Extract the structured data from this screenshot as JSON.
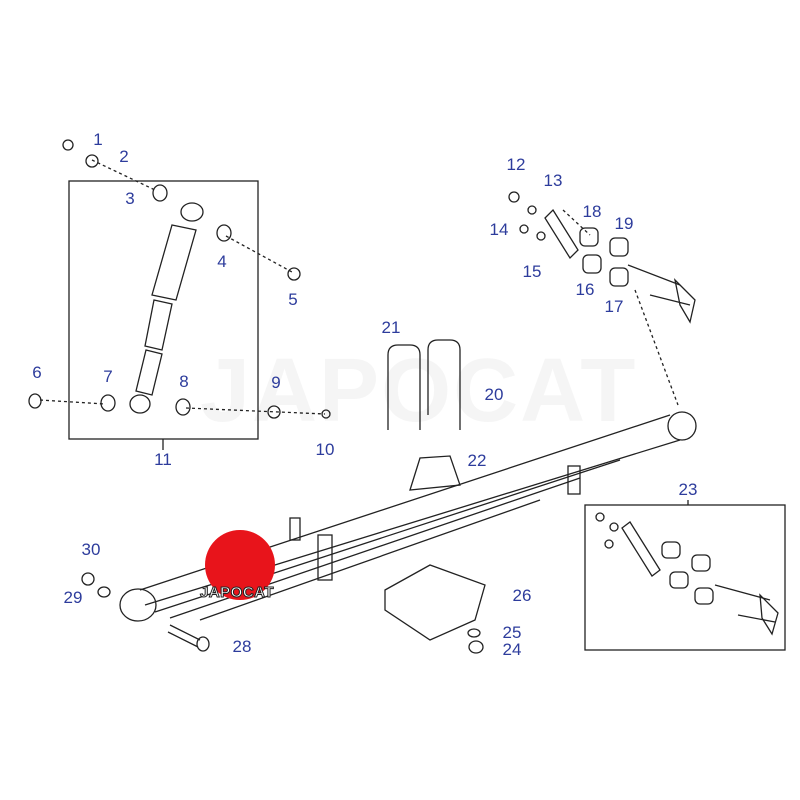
{
  "diagram": {
    "title": "Rear leaf spring and shock absorber parts diagram",
    "watermark": "JAPOCAT",
    "logo_text": "JAPOCAT",
    "label_color": "#2d3c9c",
    "logo_color": "#e8141b",
    "callouts": [
      "1",
      "2",
      "3",
      "4",
      "5",
      "6",
      "7",
      "8",
      "9",
      "10",
      "11",
      "12",
      "13",
      "14",
      "15",
      "16",
      "17",
      "18",
      "19",
      "20",
      "21",
      "22",
      "23",
      "24",
      "25",
      "26",
      "28",
      "29",
      "30"
    ]
  }
}
